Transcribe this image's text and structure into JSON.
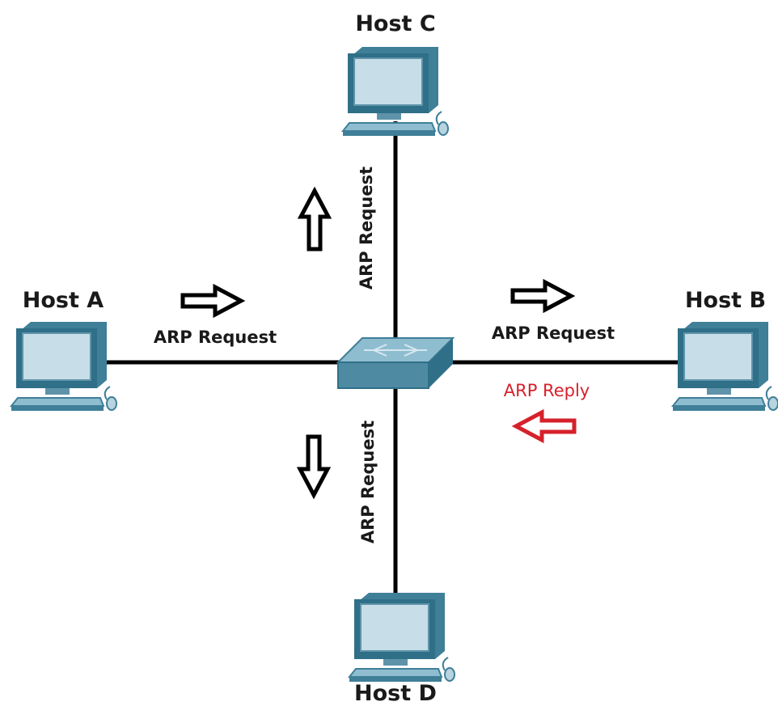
{
  "hosts": {
    "a": "Host A",
    "b": "Host B",
    "c": "Host C",
    "d": "Host D"
  },
  "labels": {
    "request_left": "ARP Request",
    "request_right": "ARP Request",
    "request_up": "ARP Request",
    "request_down": "ARP Request",
    "reply": "ARP Reply"
  },
  "icons": {
    "host": "computer-icon",
    "switch": "switch-icon",
    "request_arrow": "outline-arrow-icon",
    "reply_arrow": "outline-arrow-icon"
  },
  "colors": {
    "request": "#000000",
    "reply": "#d6212b",
    "device_fill": "#a9cbd9",
    "device_dark": "#3f7f98"
  }
}
